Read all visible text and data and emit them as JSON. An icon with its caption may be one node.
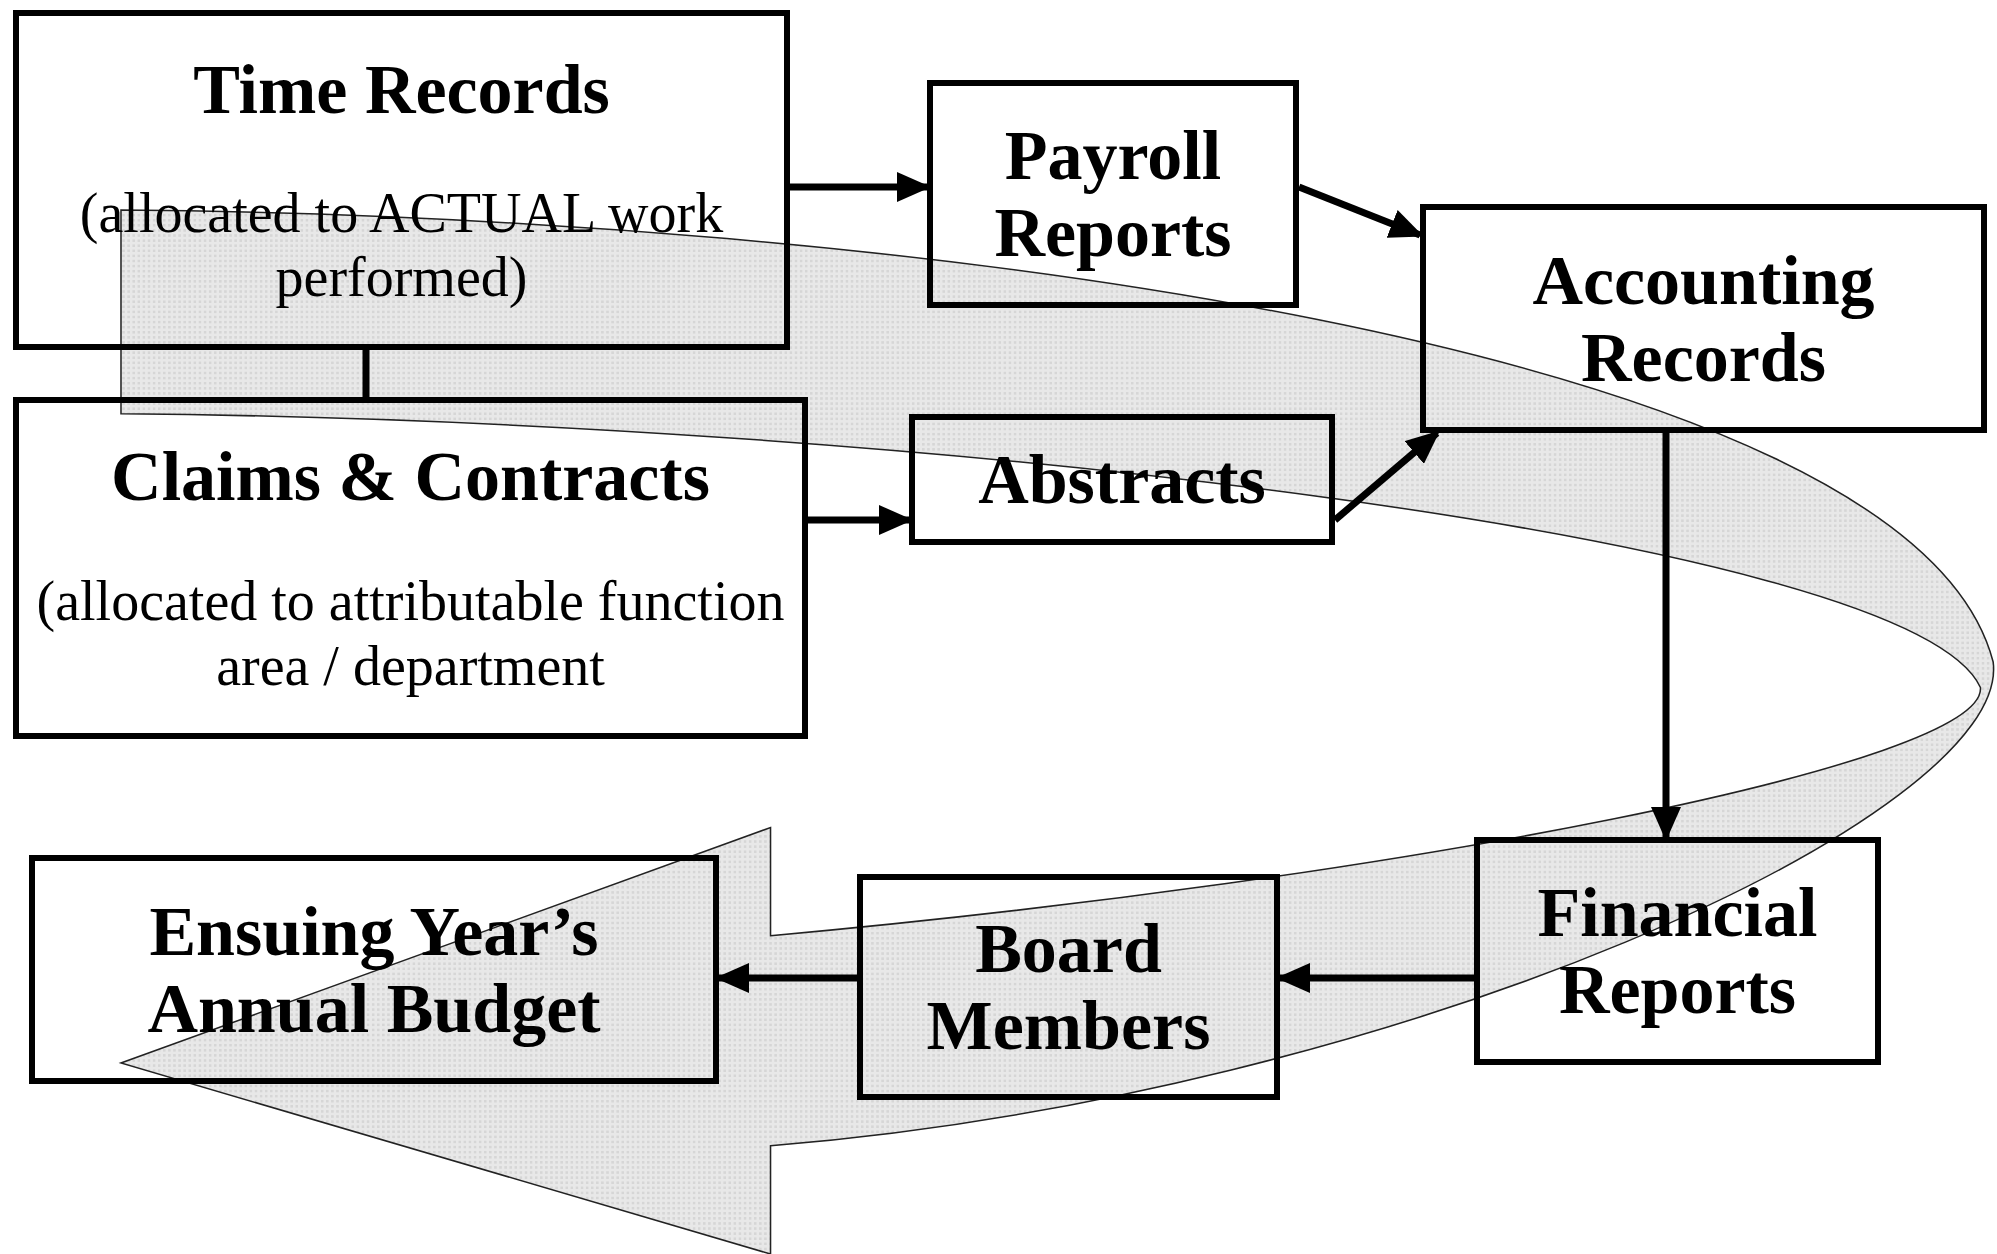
{
  "diagram": {
    "nodes": [
      {
        "text": [
          "Time Records",
          "(allocated to ACTUAL work performed)"
        ]
      },
      {
        "text": [
          "Payroll Reports"
        ]
      },
      {
        "text": [
          "Accounting Records"
        ]
      },
      {
        "text": [
          "Claims & Contracts",
          "(allocated to attributable function area / department"
        ]
      },
      {
        "text": [
          "Abstracts"
        ]
      },
      {
        "text": [
          "Financial Reports"
        ]
      },
      {
        "text": [
          "Board Members"
        ]
      },
      {
        "text": [
          "Ensuing Year’s Annual Budget"
        ]
      }
    ],
    "edges": [
      {
        "from": 0,
        "to": 1,
        "arrow": "to"
      },
      {
        "from": 1,
        "to": 2,
        "arrow": "to"
      },
      {
        "from": 0,
        "to": 3,
        "arrow": "none"
      },
      {
        "from": 3,
        "to": 4,
        "arrow": "to"
      },
      {
        "from": 4,
        "to": 2,
        "arrow": "to"
      },
      {
        "from": 2,
        "to": 5,
        "arrow": "to"
      },
      {
        "from": 5,
        "to": 6,
        "arrow": "to"
      },
      {
        "from": 6,
        "to": 7,
        "arrow": "to"
      }
    ]
  }
}
